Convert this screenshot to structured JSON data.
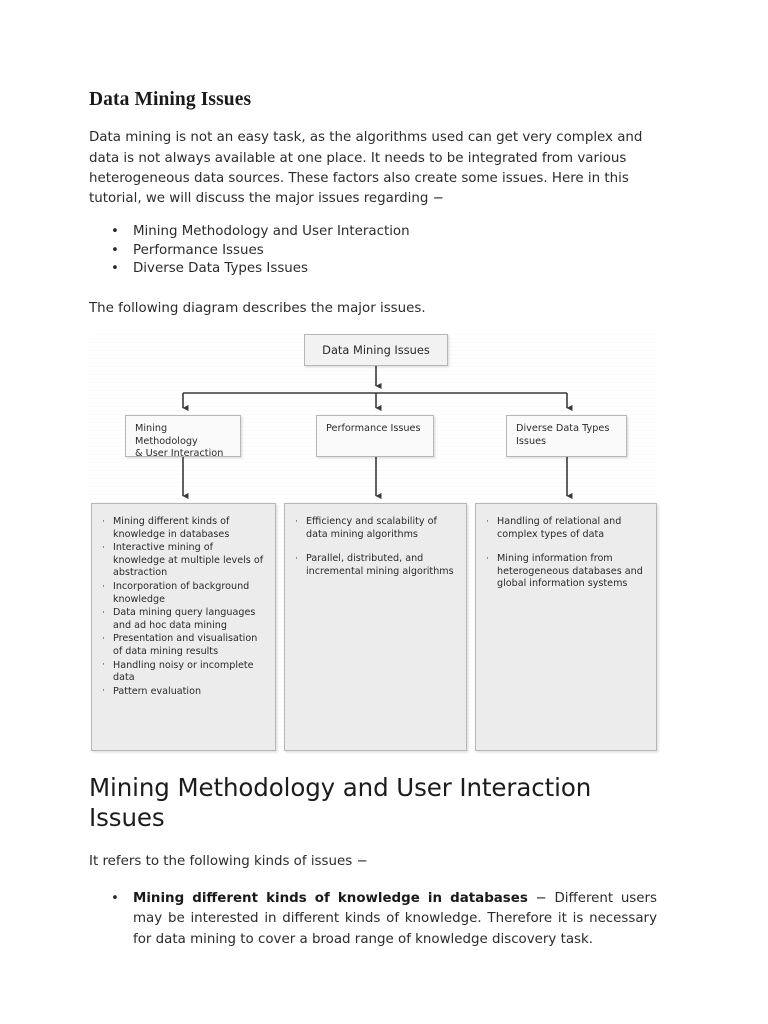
{
  "document": {
    "title": "Data Mining Issues",
    "intro_paragraph": "Data mining is not an easy task, as the algorithms used can get very complex and data is not always available at one place. It needs to be integrated from various heterogeneous data sources. These factors also create some issues. Here in this tutorial, we will discuss the major issues regarding −",
    "bullet_marker": "•",
    "issue_list": [
      "Mining Methodology and User Interaction",
      "Performance Issues",
      "Diverse Data Types Issues"
    ],
    "diagram_caption": "The following diagram describes the major issues.",
    "section_heading": "Mining Methodology and User Interaction Issues",
    "section_intro": "It refers to the following kinds of issues −",
    "section_bullets": [
      {
        "lead": "Mining different kinds of knowledge in databases",
        "rest": " − Different users may be interested in different kinds of knowledge. Therefore it is necessary for data mining to cover a broad range of knowledge discovery task."
      }
    ]
  },
  "diagram": {
    "root_label": "Data Mining Issues",
    "branch_marker": "·",
    "branches": [
      {
        "title_line1": "Mining Methodology",
        "title_line2": "& User Interaction",
        "details": [
          "Mining different kinds of knowledge in databases",
          "Interactive mining of knowledge at multiple levels of abstraction",
          "Incorporation of background knowledge",
          "Data mining query languages and ad hoc data mining",
          "Presentation and visualisation of data mining results",
          "Handling noisy or incomplete data",
          "Pattern evaluation"
        ]
      },
      {
        "title_line1": "Performance Issues",
        "title_line2": "",
        "details": [
          "Efficiency and scalability of data mining algorithms",
          "Parallel, distributed, and incremental mining algorithms"
        ]
      },
      {
        "title_line1": "Diverse Data Types",
        "title_line2": "Issues",
        "details": [
          "Handling of relational and complex types of data",
          "Mining information from heterogeneous databases and global information systems"
        ]
      }
    ]
  },
  "colors": {
    "page_background": "#ffffff",
    "text": "#2b2b2b",
    "box_border": "#b6b6b6",
    "root_box_fill": "#f2f2f2",
    "branch_box_fill": "#fafafa",
    "detail_box_fill": "#ececec",
    "connector_stroke": "#3a3a3a"
  }
}
